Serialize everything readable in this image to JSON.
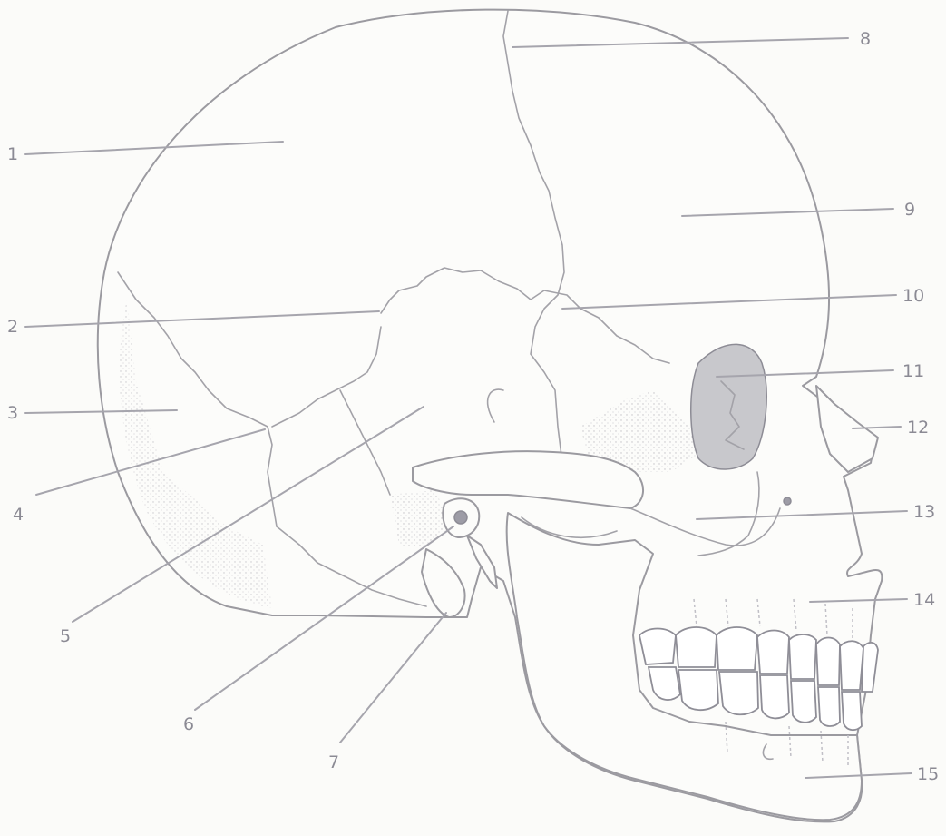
{
  "labels": [
    {
      "id": "1",
      "text": "1"
    },
    {
      "id": "2",
      "text": "2"
    },
    {
      "id": "3",
      "text": "3"
    },
    {
      "id": "4",
      "text": "4"
    },
    {
      "id": "5",
      "text": "5"
    },
    {
      "id": "6",
      "text": "6"
    },
    {
      "id": "7",
      "text": "7"
    },
    {
      "id": "8",
      "text": "8"
    },
    {
      "id": "9",
      "text": "9"
    },
    {
      "id": "10",
      "text": "10"
    },
    {
      "id": "11",
      "text": "11"
    },
    {
      "id": "12",
      "text": "12"
    },
    {
      "id": "13",
      "text": "13"
    },
    {
      "id": "14",
      "text": "14"
    },
    {
      "id": "15",
      "text": "15"
    }
  ],
  "colors": {
    "line": "#9b9aa0",
    "label": "#8b8a94",
    "background": "#fbfbf9"
  }
}
